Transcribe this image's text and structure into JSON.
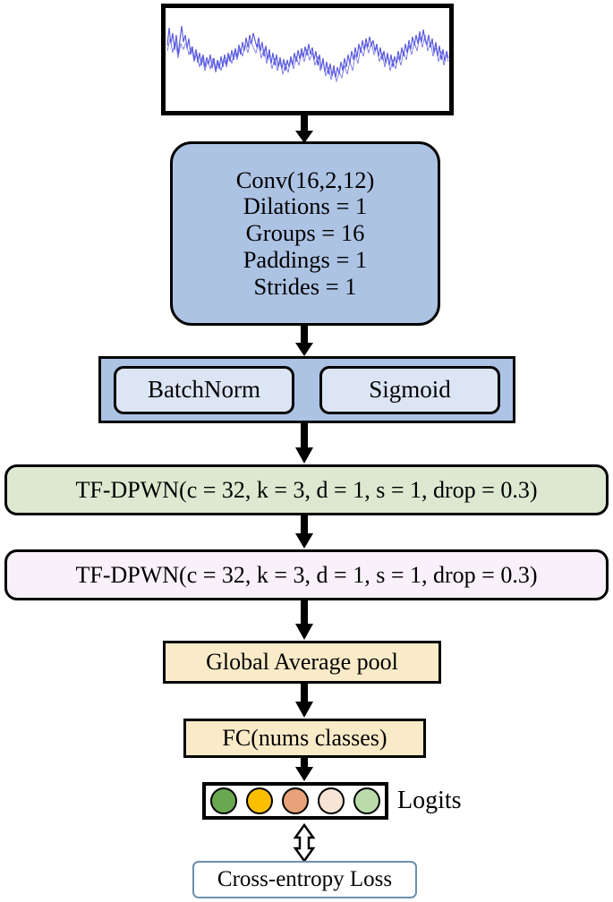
{
  "diagram": {
    "title": "TF-DPWN classification network architecture",
    "input": {
      "name": "input-signal-plot",
      "description": "noisy blue time-series waveform",
      "trace_color": "#5555dd",
      "border_color": "#000000"
    },
    "conv": {
      "lines": [
        "Conv(16,2,12)",
        "Dilations = 1",
        "Groups = 16",
        "Paddings = 1",
        "Strides = 1"
      ],
      "fill": "#adc3e4"
    },
    "norm_act": {
      "fill": "#adc3e4",
      "inner_fill": "#dce5f4",
      "items": [
        {
          "label": "BatchNorm"
        },
        {
          "label": "Sigmoid"
        }
      ]
    },
    "blocks": [
      {
        "label": "TF-DPWN(c = 32, k = 3, d = 1, s = 1, drop = 0.3)",
        "fill": "#dce9d0"
      },
      {
        "label": "TF-DPWN(c = 32, k = 3, d = 1, s = 1, drop = 0.3)",
        "fill": "#f8f1f9"
      }
    ],
    "pool": {
      "label": "Global Average pool",
      "fill": "#faebc8"
    },
    "fc": {
      "label": "FC(nums classes)",
      "fill": "#faebc8"
    },
    "logits": {
      "label": "Logits",
      "dots": [
        {
          "color": "#6aa84f"
        },
        {
          "color": "#fcbf00"
        },
        {
          "color": "#e8a279"
        },
        {
          "color": "#f8e4d4"
        },
        {
          "color": "#b9dcaa"
        }
      ]
    },
    "loss": {
      "label": "Cross-entropy Loss",
      "border": "#6e8fb0"
    }
  }
}
